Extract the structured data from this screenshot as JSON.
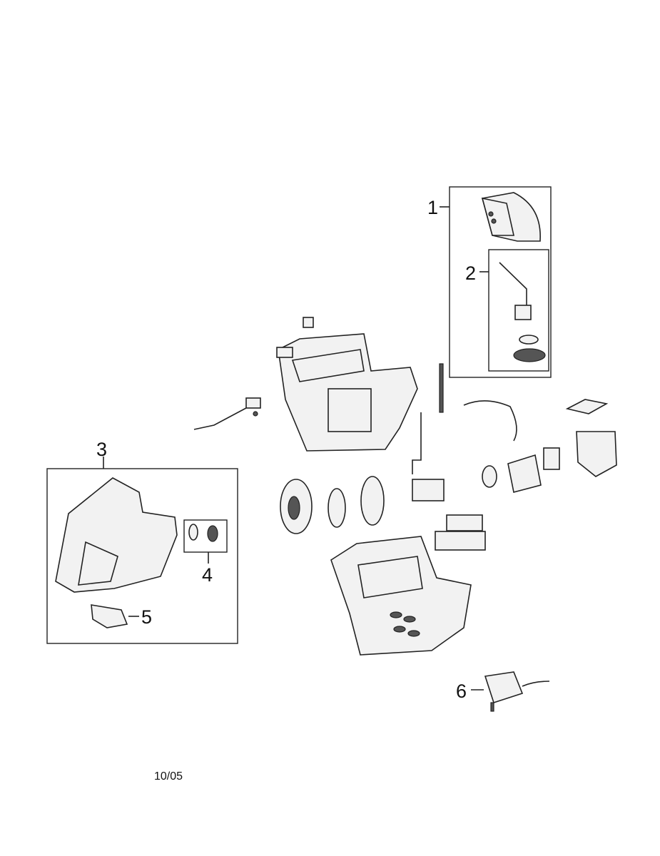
{
  "callouts": {
    "c1": "1",
    "c2": "2",
    "c3": "3",
    "c4": "4",
    "c5": "5",
    "c6": "6"
  },
  "footer": {
    "date": "10/05"
  }
}
